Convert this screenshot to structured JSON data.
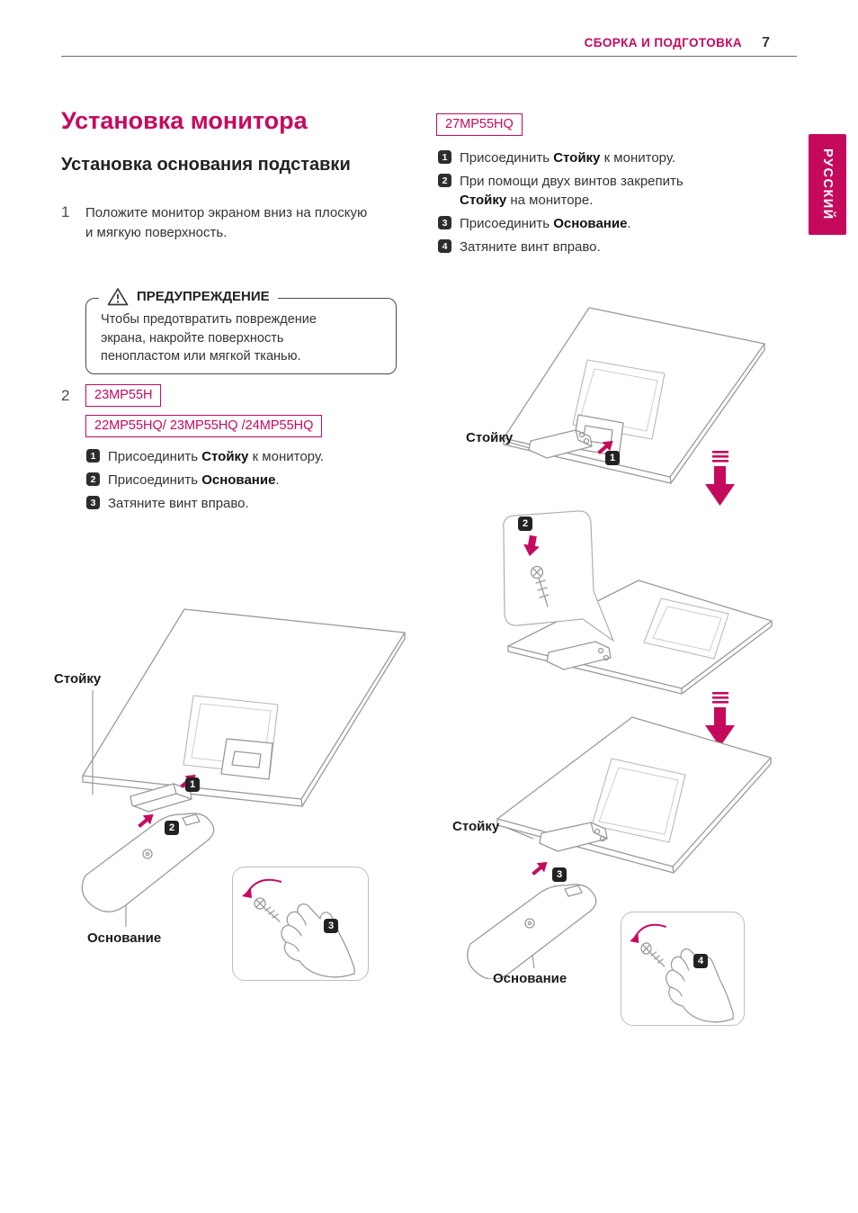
{
  "header": {
    "section_title": "СБОРКА И ПОДГОТОВКА",
    "page_number": "7",
    "language_tab": "РУССКИЙ"
  },
  "titles": {
    "main": "Установка монитора",
    "sub": "Установка основания подставки"
  },
  "step1": {
    "number": "1",
    "line1": "Положите монитор экраном вниз на плоскую",
    "line2": "и мягкую поверхность."
  },
  "warning": {
    "icon": "warning-triangle",
    "title": "ПРЕДУПРЕЖДЕНИЕ",
    "line1": "Чтобы предотвратить повреждение",
    "line2": "экрана, накройте поверхность",
    "line3": "пенопластом или мягкой тканью."
  },
  "step2": {
    "number": "2",
    "model_a": "23MP55H",
    "model_b": "22MP55HQ/ 23MP55HQ /24MP55HQ"
  },
  "left_steps": {
    "s1": {
      "badge": "1",
      "pre": "Присоединить ",
      "bold": "Стойку",
      "post": " к монитору."
    },
    "s2": {
      "badge": "2",
      "pre": "Присоединить ",
      "bold": "Основание",
      "post": "."
    },
    "s3": {
      "badge": "3",
      "pre": "Затяните винт вправо."
    }
  },
  "right_sec": {
    "model": "27MP55HQ",
    "s1": {
      "badge": "1",
      "pre": "Присоединить ",
      "bold": "Стойку",
      "post": " к монитору."
    },
    "s2": {
      "badge": "2",
      "line1": "При помощи двух винтов закрепить",
      "line2_bold": "Стойку",
      "line2_rest": " на мониторе."
    },
    "s3": {
      "badge": "3",
      "pre": "Присоединить ",
      "bold": "Основание",
      "post": "."
    },
    "s4": {
      "badge": "4",
      "pre": "Затяните винт вправо."
    }
  },
  "figures": {
    "left": {
      "stand_label": "Стойку",
      "base_label": "Основание",
      "b1": "1",
      "b2": "2",
      "b3": "3"
    },
    "right_top": {
      "stand_label": "Стойку",
      "b1": "1"
    },
    "right_mid": {
      "b2": "2"
    },
    "right_bottom": {
      "stand_label": "Стойку",
      "base_label": "Основание",
      "b3": "3",
      "b4": "4"
    }
  },
  "colors": {
    "accent": "#c50a5e",
    "badge_bg": "#2d2d2d",
    "line_art": "#9a9a9a"
  }
}
